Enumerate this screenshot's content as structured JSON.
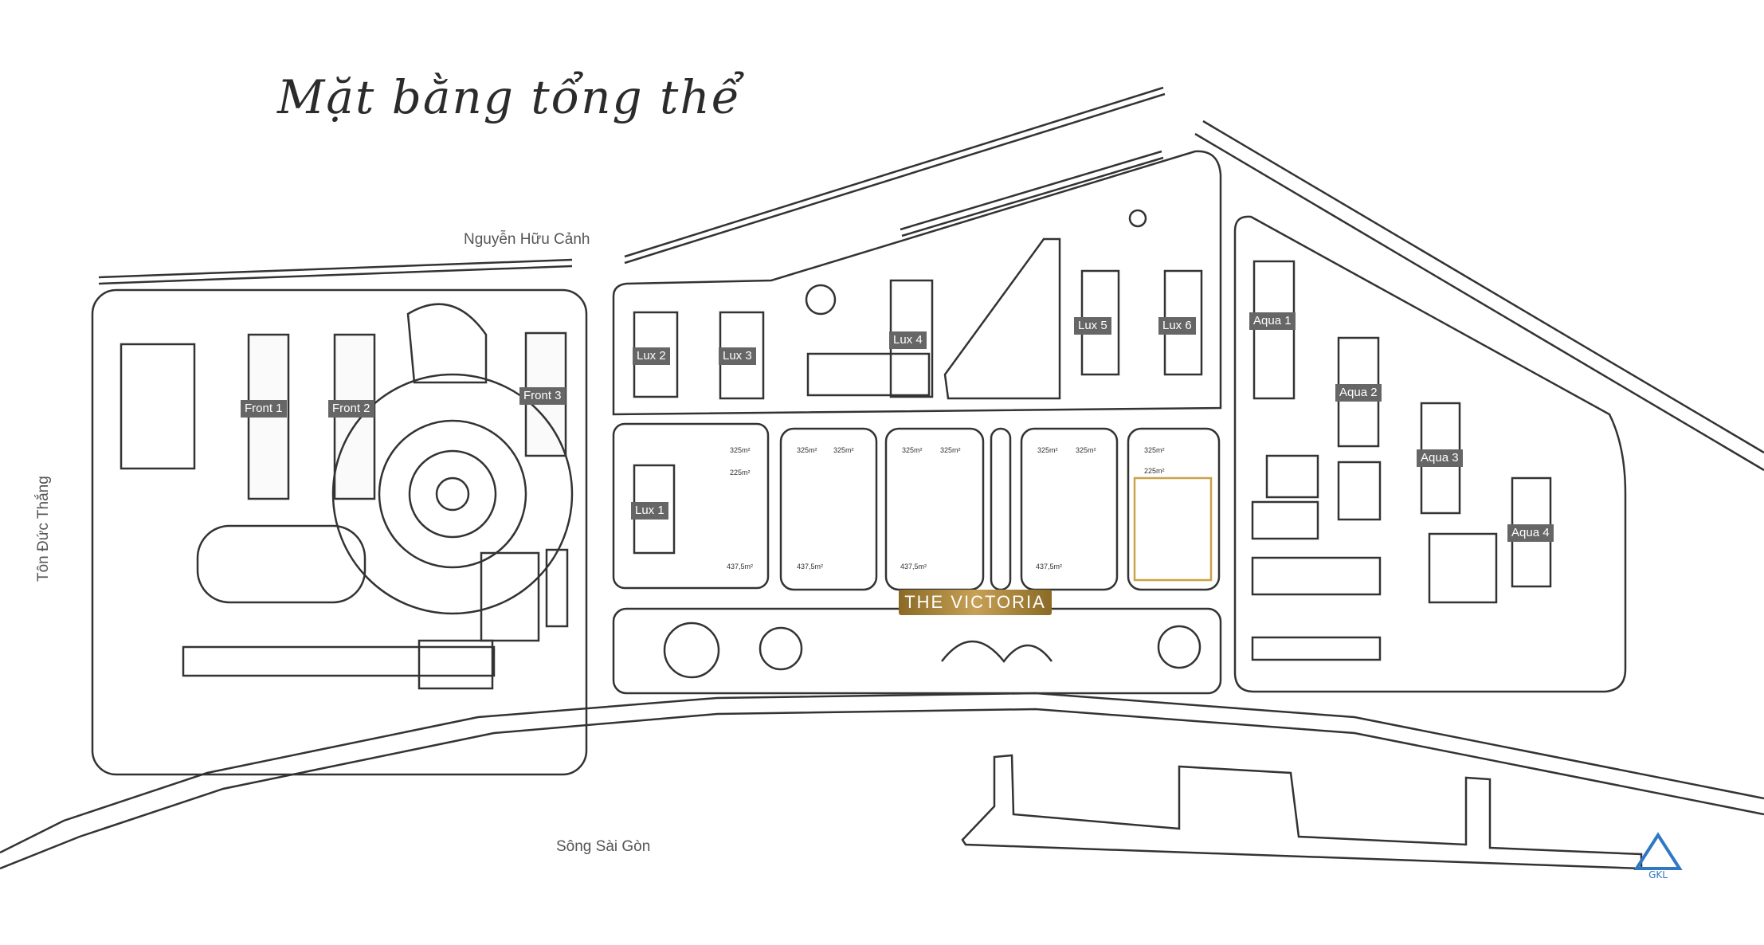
{
  "title": "Mặt bằng tổng thể",
  "streets": {
    "north": "Nguyễn Hữu Cảnh",
    "west": "Tôn Đức Thắng",
    "river": "Sông Sài Gòn"
  },
  "buildings": {
    "front1": "Front 1",
    "front2": "Front 2",
    "front3": "Front 3",
    "lux1": "Lux 1",
    "lux2": "Lux 2",
    "lux3": "Lux 3",
    "lux4": "Lux 4",
    "lux5": "Lux 5",
    "lux6": "Lux 6",
    "aqua1": "Aqua 1",
    "aqua2": "Aqua 2",
    "aqua3": "Aqua 3",
    "aqua4": "Aqua 4"
  },
  "project": "THE VICTORIA",
  "logo_text": "GKL",
  "lot_areas": {
    "a325": "325m²",
    "a225": "225m²",
    "a437": "437,5m²"
  },
  "colors": {
    "gold": "#c9a24a",
    "label_bg": "#666666",
    "line": "#333333"
  }
}
